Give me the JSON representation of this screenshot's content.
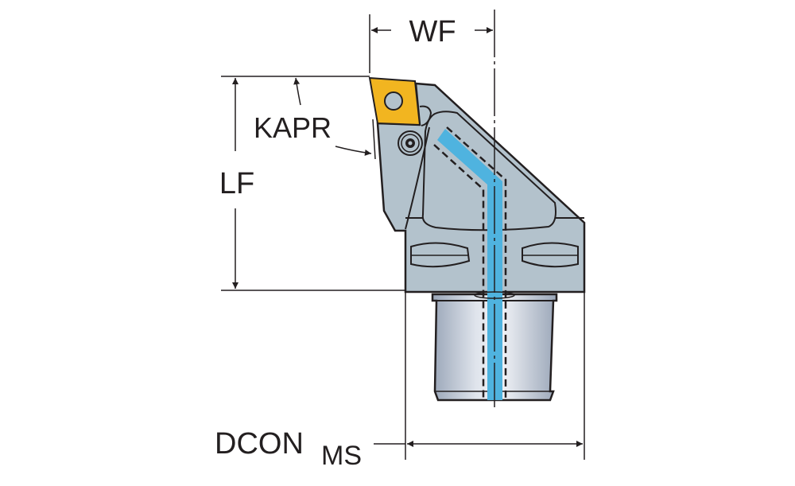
{
  "labels": {
    "wf": "WF",
    "lf": "LF",
    "kapr": "KAPR",
    "dcon": "DCON",
    "dcon_sub": "MS"
  },
  "colors": {
    "body": "#b3c2cc",
    "insert": "#f2b520",
    "coolant": "#4fb3df",
    "outline": "#231f20"
  }
}
